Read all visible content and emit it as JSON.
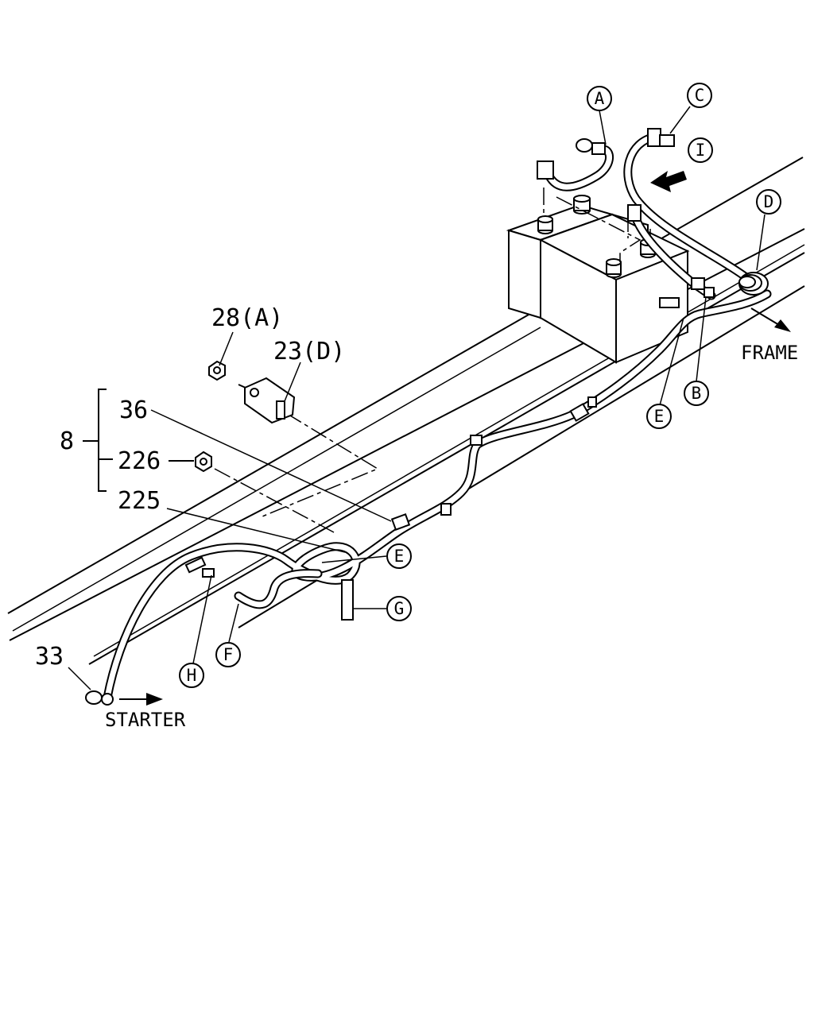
{
  "callouts": {
    "A": "A",
    "B": "B",
    "C": "C",
    "D": "D",
    "E1": "E",
    "E2": "E",
    "F": "F",
    "G": "G",
    "H": "H",
    "I": "I"
  },
  "labels": {
    "frame": "FRAME",
    "starter": "STARTER",
    "part_28": "28(A)",
    "part_23": "23(D)",
    "part_8": "8",
    "part_36": "36",
    "part_226": "226",
    "part_225": "225",
    "part_33": "33"
  }
}
